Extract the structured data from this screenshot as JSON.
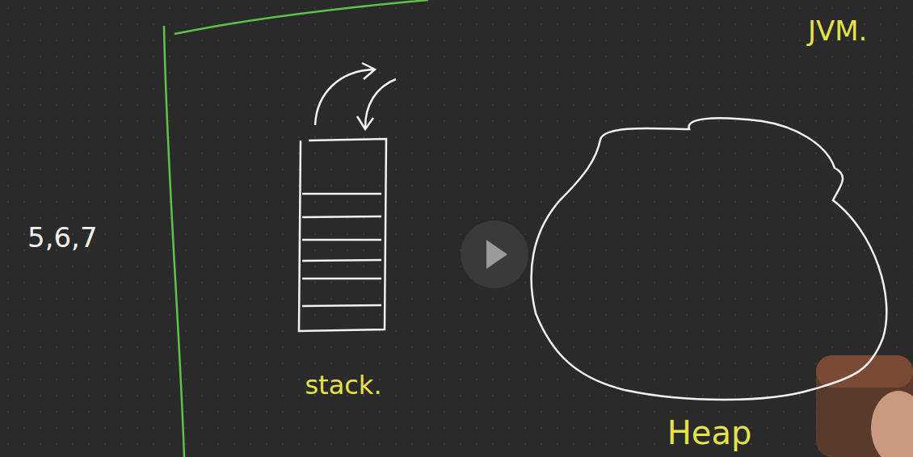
{
  "diagram": {
    "nodes": [
      {
        "text": [
          "stack."
        ]
      },
      {
        "text": [
          "Heap"
        ]
      }
    ],
    "labels": [
      "JVM.",
      "5,6,7"
    ]
  }
}
